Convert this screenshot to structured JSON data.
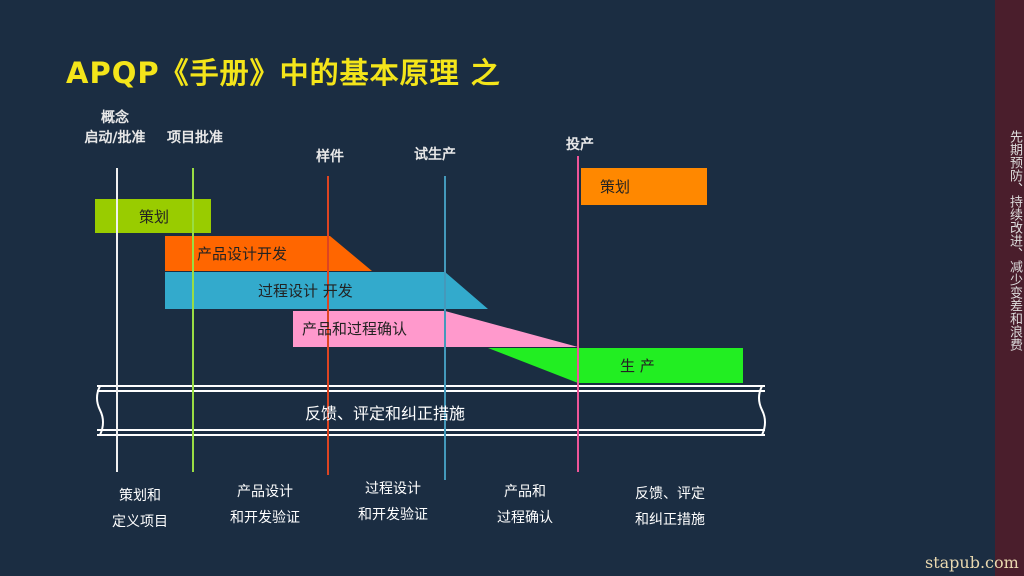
{
  "title": "APQP《手册》中的基本原理 之",
  "milestones": {
    "concept": [
      "概念",
      "启动/批准"
    ],
    "project_approval": "项目批准",
    "prototype": "样件",
    "pilot": "试生产",
    "launch": "投产"
  },
  "bars": {
    "planning": "策划",
    "product_design": "产品设计开发",
    "process_design": "过程设计 开发",
    "validation": "产品和过程确认",
    "production": "生 产",
    "planning2": "策划",
    "feedback": "反馈、评定和纠正措施"
  },
  "phases": [
    [
      "策划和",
      "定义项目"
    ],
    [
      "产品设计",
      "和开发验证"
    ],
    [
      "过程设计",
      "和开发验证"
    ],
    [
      "产品和",
      "过程确认"
    ],
    [
      "反馈、评定",
      "和纠正措施"
    ]
  ],
  "side_text": "先期预防、持续改进、减少变差和浪费",
  "watermark": "stapub.com",
  "colors": {
    "background": "#1b2d42",
    "title": "#f4e51a",
    "planning": "#99cc00",
    "product_design": "#ff6600",
    "process_design": "#33aacc",
    "validation": "#ff99cc",
    "production": "#22ee22",
    "planning2": "#ff8800"
  }
}
